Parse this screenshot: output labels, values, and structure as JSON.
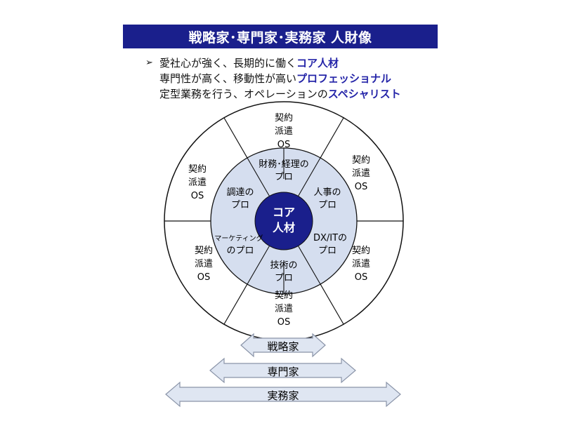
{
  "title": "戦略家･専門家･実務家 人財像",
  "bullets": [
    {
      "marker": "➢",
      "text": "愛社心が強く、長期的に働く",
      "highlight": "コア人材"
    },
    {
      "marker": "",
      "text": "専門性が高く、移動性が高い",
      "highlight": "プロフェッショナル"
    },
    {
      "marker": "",
      "text": "定型業務を行う、オペレーションの",
      "highlight": "スペシャリスト"
    }
  ],
  "center": {
    "line1": "コア",
    "line2": "人材"
  },
  "inner_segments": [
    {
      "line1": "財務･経理の",
      "line2": "プロ"
    },
    {
      "line1": "人事の",
      "line2": "プロ"
    },
    {
      "line1": "DX/ITの",
      "line2": "プロ"
    },
    {
      "line1": "技術の",
      "line2": "プロ"
    },
    {
      "line1": "マーケティング",
      "line2": "のプロ"
    },
    {
      "line1": "調達の",
      "line2": "プロ"
    }
  ],
  "outer_segment": {
    "line1": "契約",
    "line2": "派遣",
    "line3": "OS"
  },
  "arrows": [
    {
      "label": "戦略家"
    },
    {
      "label": "専門家"
    },
    {
      "label": "実務家"
    }
  ],
  "colors": {
    "title_bg": "#1a1f8c",
    "center_fill": "#1a1f8c",
    "inner_ring_fill": "#d5deef",
    "arrow_fill": "#dfe6f2",
    "highlight_text": "#2424a8"
  }
}
